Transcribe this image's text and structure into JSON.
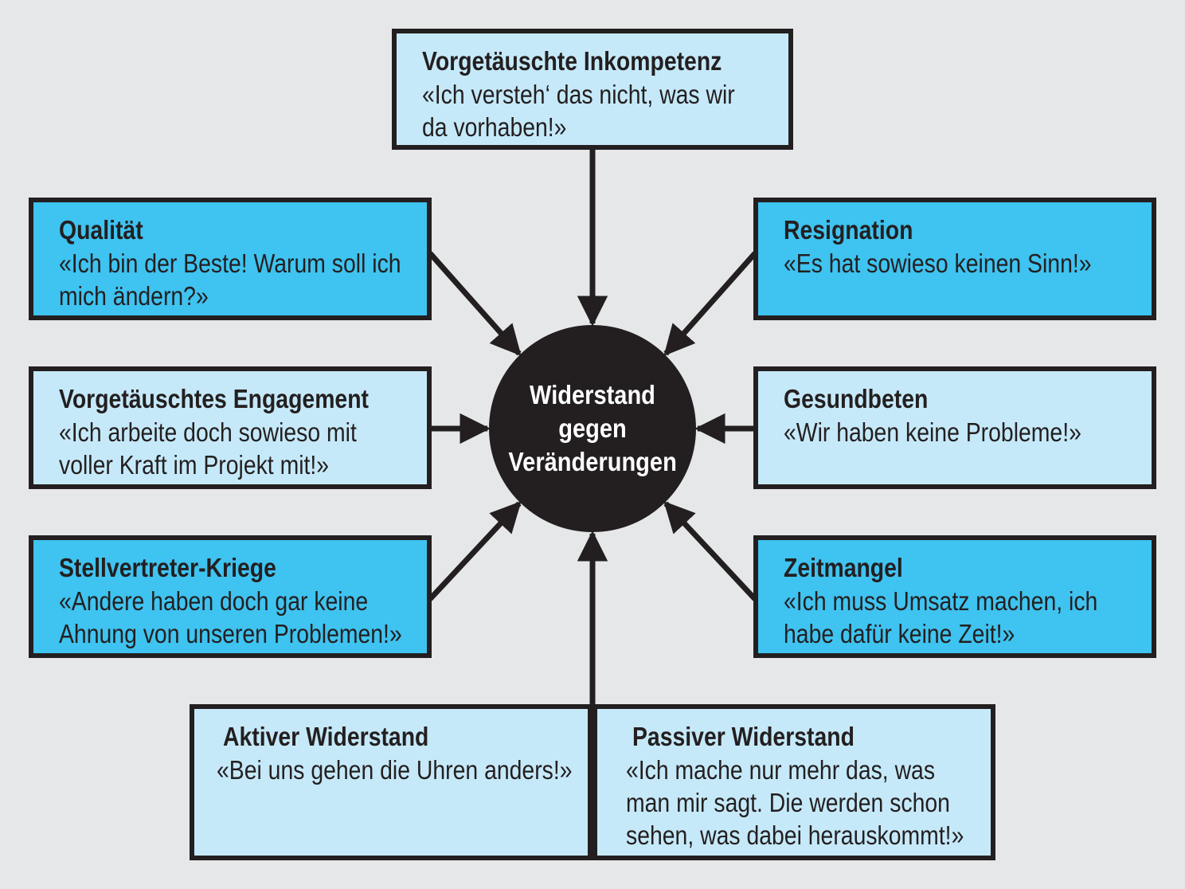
{
  "center": {
    "label": "Widerstand gegen Veränderungen"
  },
  "boxes": {
    "top": {
      "title": "Vorgetäuschte Inkompetenz",
      "quote": "«Ich versteh‘ das nicht, was wir da vorhaben!»"
    },
    "qualitaet": {
      "title": "Qualität",
      "quote": "«Ich bin der Beste! Warum soll ich mich ändern?»"
    },
    "resignation": {
      "title": "Resignation",
      "quote": "«Es hat sowieso keinen Sinn!»"
    },
    "engagement": {
      "title": "Vorgetäuschtes Engagement",
      "quote": "«Ich arbeite doch sowieso mit voller Kraft im Projekt mit!»"
    },
    "gesundbeten": {
      "title": "Gesundbeten",
      "quote": "«Wir haben keine Probleme!»"
    },
    "stellvertreter": {
      "title": "Stellvertreter-Kriege",
      "quote": "«Andere haben doch gar keine Ahnung von unseren Problemen!»"
    },
    "zeitmangel": {
      "title": "Zeitmangel",
      "quote": "«Ich muss Umsatz machen, ich habe dafür keine Zeit!»"
    },
    "aktiv": {
      "title": "Aktiver Widerstand",
      "quote": "«Bei uns gehen die Uhren anders!»"
    },
    "passiv": {
      "title": "Passiver Widerstand",
      "quote": "«Ich mache nur mehr das, was man mir sagt. Die werden schon sehen, was dabei herauskommt!»"
    }
  },
  "colors": {
    "dark_box": "#3fc3f0",
    "light_box": "#c6e9f9",
    "outline": "#231f20",
    "background": "#e6e7e8"
  }
}
